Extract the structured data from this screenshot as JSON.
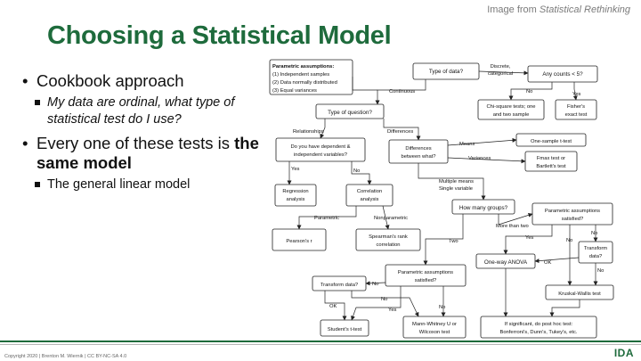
{
  "credit": {
    "prefix": "Image from ",
    "source": "Statistical Rethinking"
  },
  "title": "Choosing a Statistical Model",
  "bullets": {
    "b1": "Cookbook approach",
    "b1_sub": "My data are ordinal, what type of statistical test do I use?",
    "b2_pre": "Every one of these tests is ",
    "b2_bold": "the same model",
    "b2_sub": "The general linear model"
  },
  "footer": "Copyright 2020 | Brenton M. Wiernik | CC BY-NC-SA 4.0",
  "logo": "IDA",
  "diagram": {
    "assumptions_box": [
      "Parametric assumptions:",
      "(1) Independent samples",
      "(2) Data normally distributed",
      "(3) Equal variances"
    ],
    "type_of_data": "Type of data?",
    "discrete_categorical": [
      "Discrete,",
      "categorical"
    ],
    "any_counts": "Any counts < 5?",
    "no": "No",
    "yes": "Yes",
    "chi_square": [
      "Chi-square tests; one",
      "and two sample"
    ],
    "fisher": [
      "Fisher's",
      "exact test"
    ],
    "continuous": "Continuous",
    "type_of_question": "Type of question?",
    "relationships": "Relationships",
    "differences": "Differences",
    "dep_indep": [
      "Do you have dependent &",
      "independent variables?"
    ],
    "differences_between": [
      "Differences",
      "between what?"
    ],
    "means": "Means",
    "one_sample_t": "One-sample t-test",
    "variances": "Variances",
    "fmax": [
      "Fmax test or",
      "Bartlett's test"
    ],
    "regression": [
      "Regression",
      "analysis"
    ],
    "correlation": [
      "Correlation",
      "analysis"
    ],
    "multiple_means": [
      "Multiple means",
      "Single variable"
    ],
    "parametric": "Parametric",
    "nonparametric": "Nonparametric",
    "pearson": "Pearson's r",
    "spearman": [
      "Spearman's rank",
      "correlation"
    ],
    "how_many_groups": "How many groups?",
    "more_than_two": "More than two",
    "param_assump_satisfied": [
      "Parametric assumptions",
      "satisfied?"
    ],
    "two": "Two",
    "transform_data": [
      "Transform",
      "data?"
    ],
    "one_way_anova": "One-way ANOVA",
    "ok": "OK",
    "kruskal": "Kruskal-Wallis test",
    "transform_data_q": "Transform data?",
    "students_t": "Student's t-test",
    "mann_whitney": [
      "Mann-Whitney U or",
      "Wilcoxon test"
    ],
    "post_hoc": [
      "If significant, do post hoc test:",
      "Bonferroni's, Dunn's, Tukey's, etc."
    ]
  }
}
